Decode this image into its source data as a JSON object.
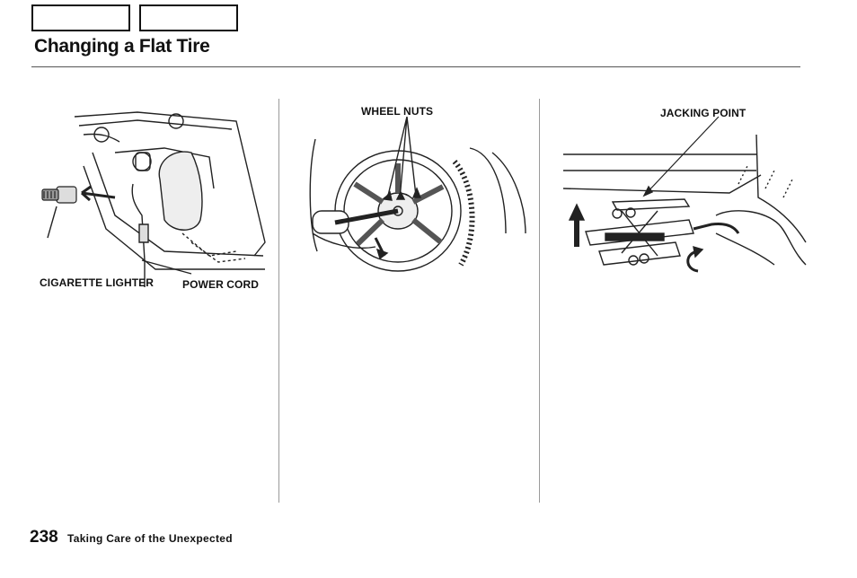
{
  "header": {
    "title": "Changing a Flat Tire"
  },
  "figures": [
    {
      "callouts": [
        "CIGARETTE LIGHTER",
        "POWER CORD"
      ]
    },
    {
      "callouts": [
        "WHEEL NUTS"
      ]
    },
    {
      "callouts": [
        "JACKING POINT"
      ]
    }
  ],
  "footer": {
    "page_number": "238",
    "section": "Taking Care of the Unexpected"
  }
}
